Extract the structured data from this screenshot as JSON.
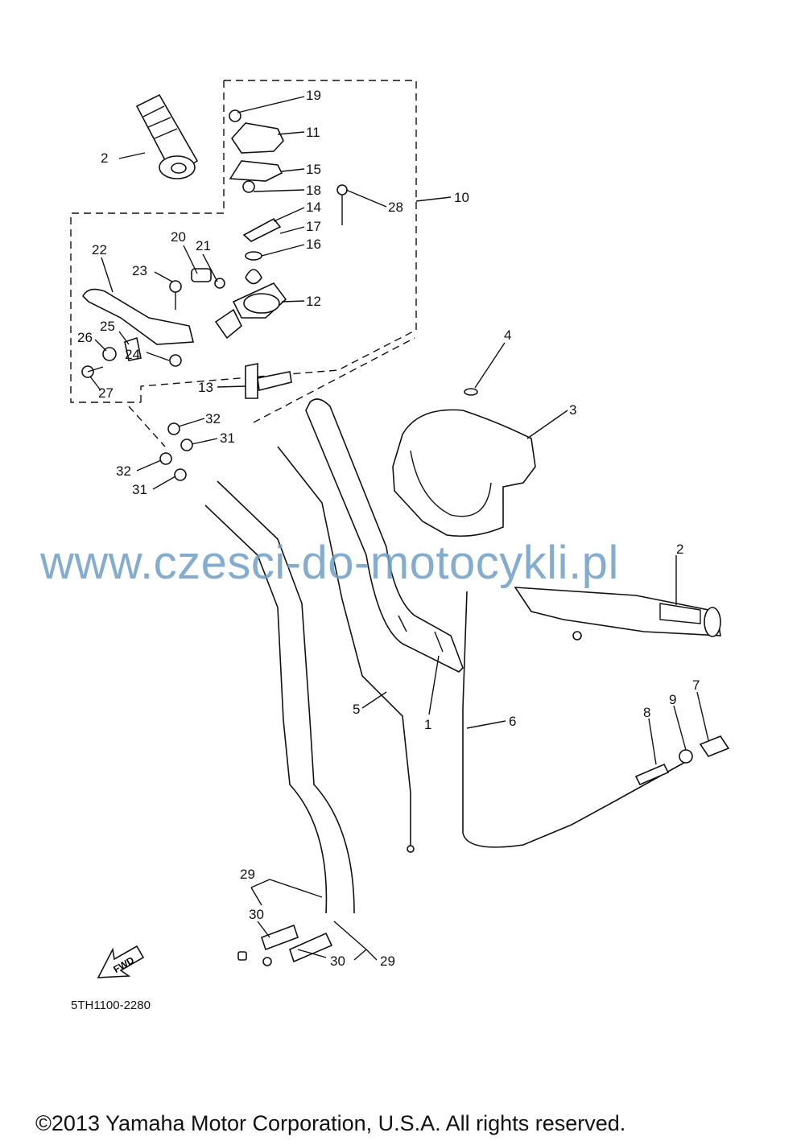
{
  "diagram": {
    "callouts": [
      "19",
      "11",
      "15",
      "18",
      "14",
      "17",
      "16",
      "28",
      "10",
      "12",
      "13",
      "2",
      "22",
      "20",
      "21",
      "23",
      "25",
      "26",
      "24",
      "27",
      "32",
      "31",
      "32",
      "31",
      "4",
      "3",
      "2",
      "5",
      "1",
      "6",
      "7",
      "9",
      "8",
      "29",
      "30",
      "30",
      "29"
    ],
    "fwd_label": "FWD",
    "drawing_code": "5TH1100-2280"
  },
  "watermark": "www.czesci-do-motocykli.pl",
  "copyright": "©2013 Yamaha Motor Corporation, U.S.A. All rights reserved."
}
